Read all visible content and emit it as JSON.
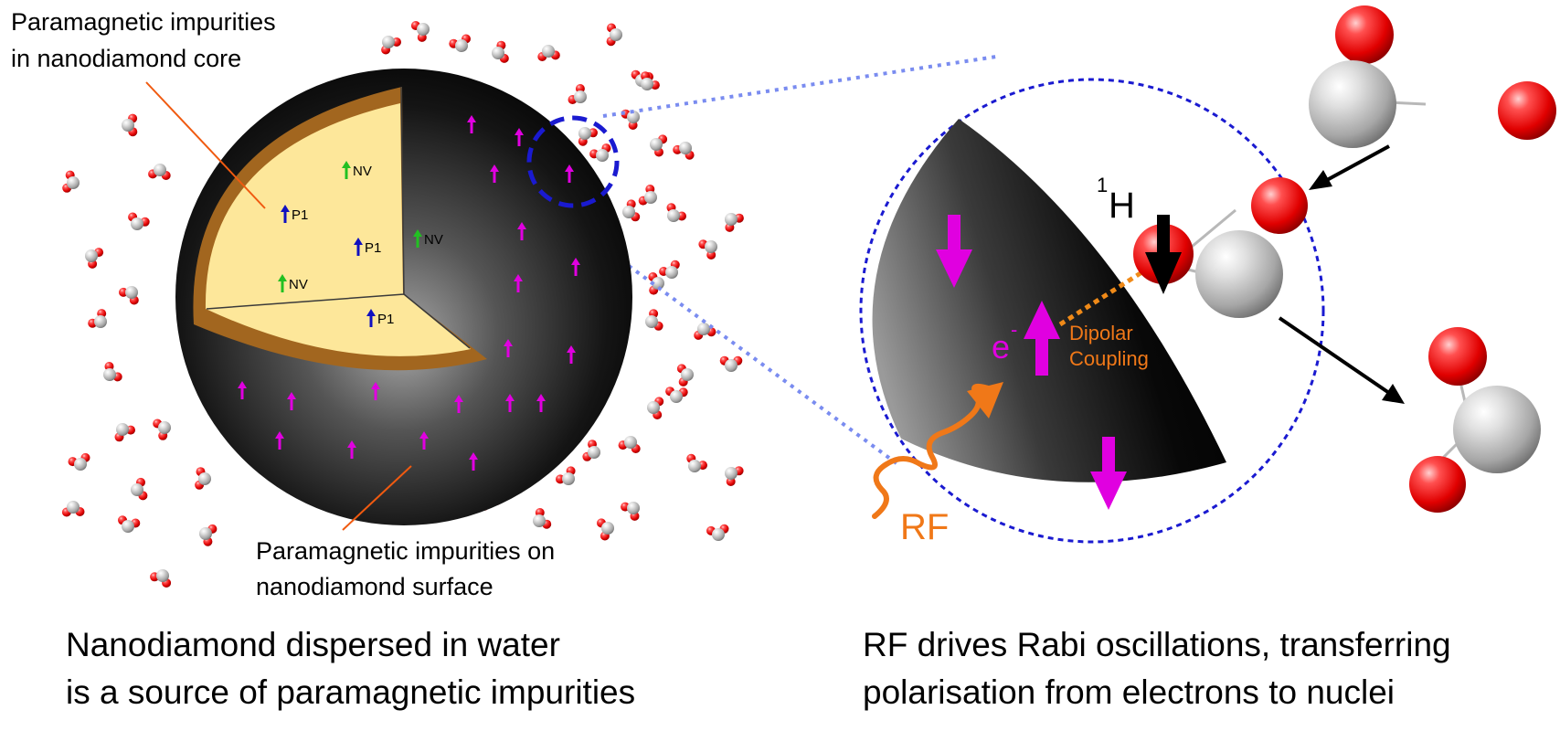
{
  "labels": {
    "core_line1": "Paramagnetic impurities",
    "core_line2": "in nanodiamond core",
    "surface_line1": "Paramagnetic impurities on",
    "surface_line2": "nanodiamond surface"
  },
  "captions": {
    "left_line1": "Nanodiamond dispersed in water",
    "left_line2": "is a source of paramagnetic impurities",
    "right_line1": "RF drives Rabi oscillations, transferring",
    "right_line2": "polarisation from electrons to nuclei"
  },
  "core_impurities": {
    "nv": "NV",
    "p1": "P1"
  },
  "detail": {
    "nucleus_sup": "1",
    "nucleus": "H",
    "electron": "e",
    "electron_sup": "-",
    "coupling_line1": "Dipolar",
    "coupling_line2": "Coupling",
    "rf": "RF"
  },
  "colors": {
    "surface_spin": "#e000e0",
    "nv_spin": "#22c022",
    "p1_spin": "#1010c0",
    "core_fill": "#fde79a",
    "shell_fill": "#a2661f",
    "rf_orange": "#f07818",
    "zoom_circle": "#1a1ad0",
    "zoom_lines": "#7a8cf0",
    "oxygen_red": "#e01010",
    "carbon_grey": "#b0b0b0"
  }
}
